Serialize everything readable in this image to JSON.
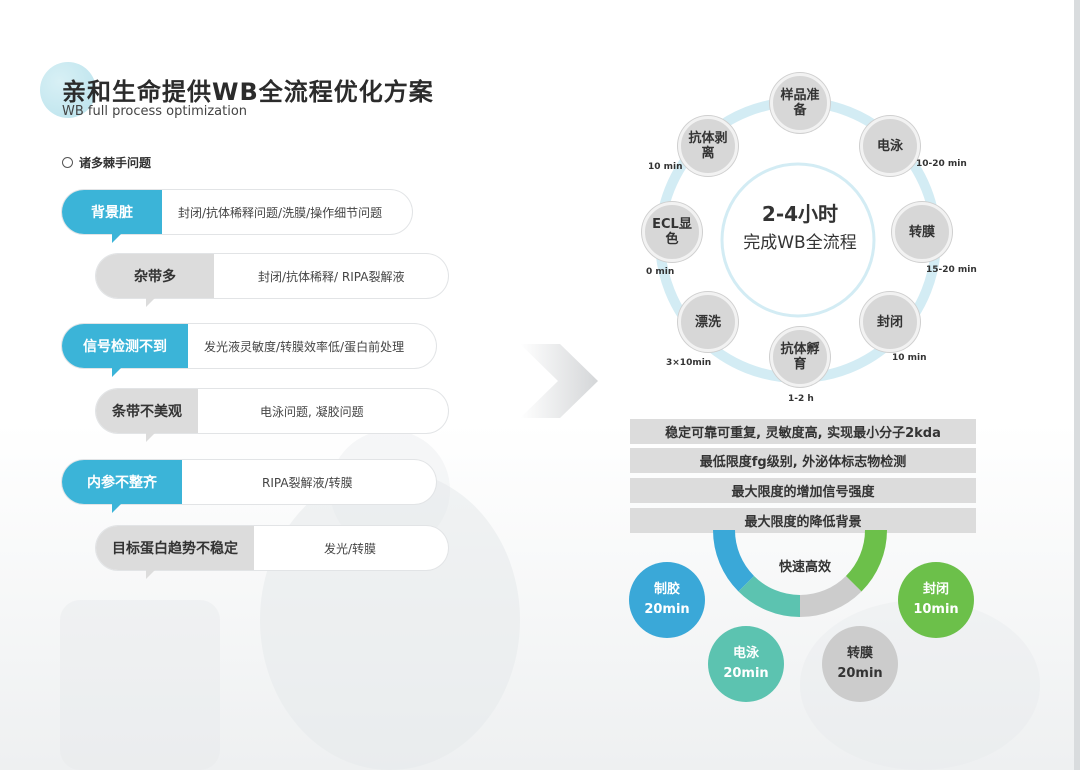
{
  "header": {
    "title": "亲和生命提供WB全流程优化方案",
    "subtitle": "WB full process optimization"
  },
  "section_label": "诸多棘手问题",
  "problems": [
    {
      "tag": "背景脏",
      "desc": "封闭/抗体稀释问题/洗膜/操作细节问题"
    },
    {
      "tag": "杂带多",
      "desc": "封闭/抗体稀释/ RIPA裂解液"
    },
    {
      "tag": "信号检测不到",
      "desc": "发光液灵敏度/转膜效率低/蛋白前处理"
    },
    {
      "tag": "条带不美观",
      "desc": "电泳问题, 凝胶问题"
    },
    {
      "tag": "内参不整齐",
      "desc": "RIPA裂解液/转膜"
    },
    {
      "tag": "目标蛋白趋势不稳定",
      "desc": "发光/转膜"
    }
  ],
  "cycle": {
    "center_main": "2-4小时",
    "center_sub": "完成WB全流程",
    "steps": [
      {
        "label": "样品准备",
        "time": ""
      },
      {
        "label": "电泳",
        "time": "10-20 min"
      },
      {
        "label": "转膜",
        "time": "15-20 min"
      },
      {
        "label": "封闭",
        "time": "10 min"
      },
      {
        "label": "抗体孵育",
        "time": "1-2 h"
      },
      {
        "label": "漂洗",
        "time": "3×10min"
      },
      {
        "label": "ECL显色",
        "time": "0 min"
      },
      {
        "label": "抗体剥离",
        "time": "10 min"
      }
    ]
  },
  "features": [
    "稳定可靠可重复, 灵敏度高, 实现最小分子2kda",
    "最低限度fg级别, 外泌体标志物检测",
    "最大限度的增加信号强度",
    "最大限度的降低背景"
  ],
  "efficiency": {
    "label": "快速高效",
    "items": [
      {
        "name": "制胶",
        "time": "20min",
        "color": "#3aa8d8"
      },
      {
        "name": "电泳",
        "time": "20min",
        "color": "#5cc3b0"
      },
      {
        "name": "转膜",
        "time": "20min",
        "color": "#cccccc"
      },
      {
        "name": "封闭",
        "time": "10min",
        "color": "#6cc04a"
      }
    ]
  }
}
